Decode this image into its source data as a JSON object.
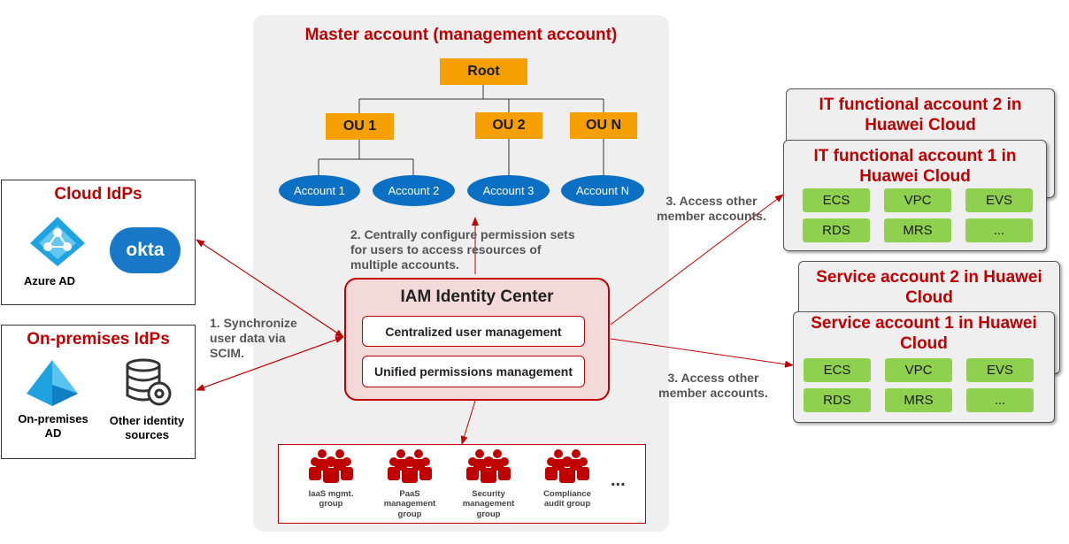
{
  "master": {
    "title": "Master account (management account)"
  },
  "org": {
    "root": "Root",
    "ous": [
      "OU 1",
      "OU 2",
      "OU N"
    ],
    "accounts": [
      "Account 1",
      "Account 2",
      "Account 3",
      "Account N"
    ]
  },
  "step2": "2. Centrally configure permission sets for users to access resources of multiple accounts.",
  "iam": {
    "title": "IAM Identity Center",
    "user_mgmt": "Centralized user management",
    "perm_mgmt": "Unified permissions management"
  },
  "groups": [
    {
      "label": "IaaS mgmt. group"
    },
    {
      "label": "PaaS management group"
    },
    {
      "label": "Security management group"
    },
    {
      "label": "Compliance audit group"
    }
  ],
  "groups_more": "...",
  "cloud_idps": {
    "title": "Cloud IdPs",
    "azure_label": "Azure AD",
    "okta_label": "okta"
  },
  "onprem_idps": {
    "title": "On-premises IdPs",
    "ad_label": "On-premises AD",
    "other_label": "Other identity sources"
  },
  "step1": "1. Synchronize user data via SCIM.",
  "step3_top": "3. Access other member accounts.",
  "step3_bottom": "3. Access other member accounts.",
  "it_accounts": {
    "back_title": "IT functional account 2 in Huawei Cloud",
    "front_title": "IT functional account 1 in Huawei Cloud"
  },
  "service_accounts": {
    "back_title": "Service account 2 in Huawei Cloud",
    "front_title": "Service account 1 in Huawei Cloud"
  },
  "services": [
    "ECS",
    "VPC",
    "EVS",
    "RDS",
    "MRS",
    "..."
  ],
  "colors": {
    "accent_red": "#c00000",
    "orange": "#f5a000",
    "blue": "#0b6fc4",
    "green": "#8fd14f"
  }
}
